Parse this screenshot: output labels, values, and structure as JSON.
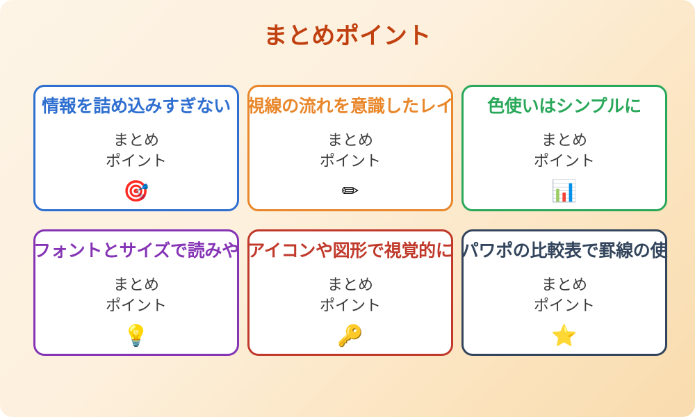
{
  "slide": {
    "title": "まとめポイント",
    "title_color": "#c0400f",
    "background_start": "#fdf4e6",
    "background_end": "#f9dcae"
  },
  "cards": [
    {
      "title": "情報を詰め込みすぎない",
      "body": "まとめ\nポイント",
      "icon": "dart-target-icon",
      "icon_glyph": "🎯",
      "accent": "#2f6fd0"
    },
    {
      "title": "視線の流れを意識したレイ",
      "body": "まとめ\nポイント",
      "icon": "pencil-icon",
      "icon_glyph": "✏",
      "accent": "#e8872b"
    },
    {
      "title": "色使いはシンプルに",
      "body": "まとめ\nポイント",
      "icon": "bar-chart-icon",
      "icon_glyph": "📊",
      "accent": "#2aa85a"
    },
    {
      "title": "フォントとサイズで読みや",
      "body": "まとめ\nポイント",
      "icon": "lightbulb-icon",
      "icon_glyph": "💡",
      "accent": "#8534b5"
    },
    {
      "title": "アイコンや図形で視覚的に",
      "body": "まとめ\nポイント",
      "icon": "key-icon",
      "icon_glyph": "🔑",
      "accent": "#c0392b"
    },
    {
      "title": "パワポの比較表で罫線の使",
      "body": "まとめ\nポイント",
      "icon": "star-icon",
      "icon_glyph": "⭐",
      "accent": "#33455c"
    }
  ]
}
